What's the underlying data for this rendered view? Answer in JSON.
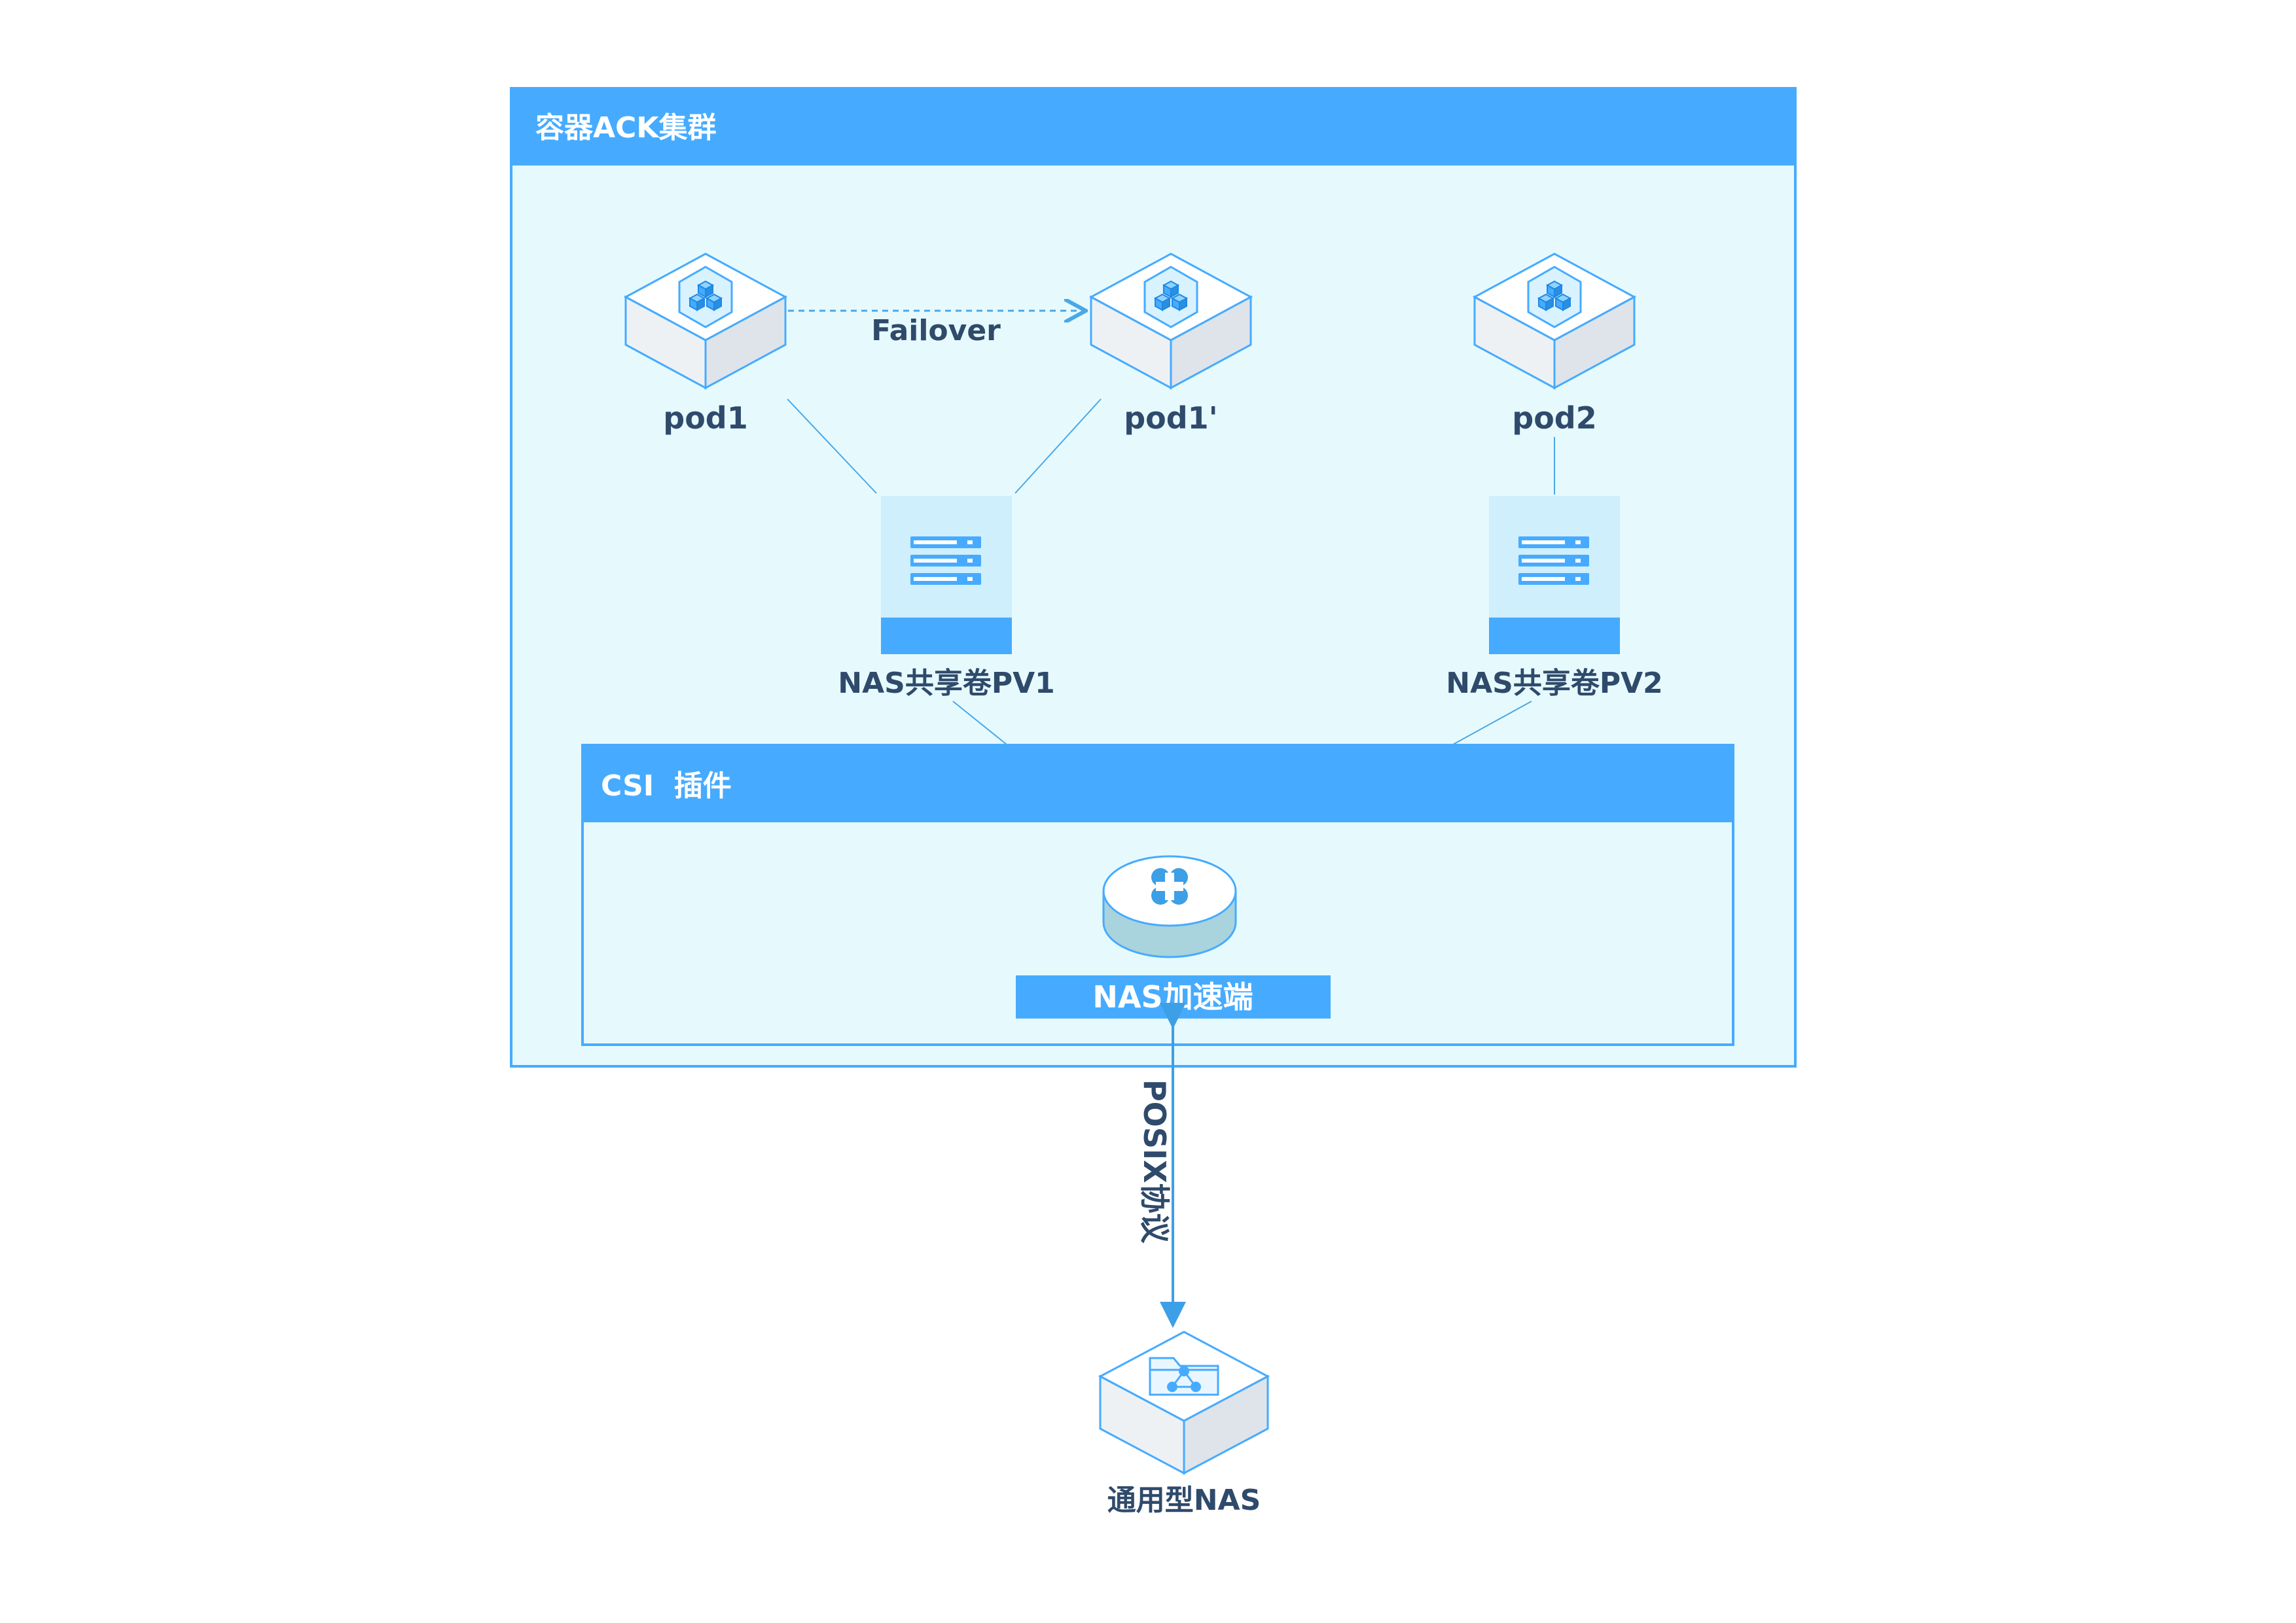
{
  "cluster": {
    "title": "容器ACK集群"
  },
  "pods": [
    {
      "label": "pod1"
    },
    {
      "label": "pod1'"
    },
    {
      "label": "pod2"
    }
  ],
  "failover": {
    "label": "Failover"
  },
  "volumes": [
    {
      "label": "NAS共享卷PV1"
    },
    {
      "label": "NAS共享卷PV2"
    }
  ],
  "csi": {
    "title": "CSI  插件",
    "accelerator_label": "NAS加速端"
  },
  "protocol": {
    "label": "POSIX协议"
  },
  "storage": {
    "label": "通用型NAS"
  },
  "colors": {
    "accent": "#46abff",
    "panel_fill": "#e6fafd",
    "line": "#4aa8e6",
    "text": "#2f4a6b"
  }
}
